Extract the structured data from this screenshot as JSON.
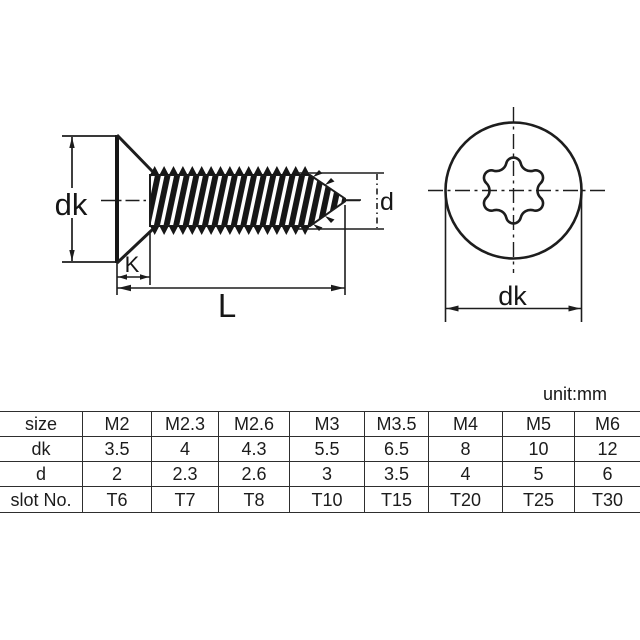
{
  "meta": {
    "unit_label": "unit:mm"
  },
  "diagram": {
    "line_color": "#1d1d1d",
    "side_view": {
      "label_head_diameter": "dk",
      "label_head_height": "K",
      "label_length": "L",
      "label_thread_diameter": "d"
    },
    "top_view": {
      "label_head_diameter": "dk",
      "drive_type": "torx-6-lobe-recess"
    }
  },
  "table": {
    "rows": [
      {
        "label": "size",
        "values": [
          "M2",
          "M2.3",
          "M2.6",
          "M3",
          "M3.5",
          "M4",
          "M5",
          "M6"
        ]
      },
      {
        "label": "dk",
        "values": [
          "3.5",
          "4",
          "4.3",
          "5.5",
          "6.5",
          "8",
          "10",
          "12"
        ]
      },
      {
        "label": "d",
        "values": [
          "2",
          "2.3",
          "2.6",
          "3",
          "3.5",
          "4",
          "5",
          "6"
        ]
      },
      {
        "label": "slot No.",
        "values": [
          "T6",
          "T7",
          "T8",
          "T10",
          "T15",
          "T20",
          "T25",
          "T30"
        ]
      }
    ]
  }
}
